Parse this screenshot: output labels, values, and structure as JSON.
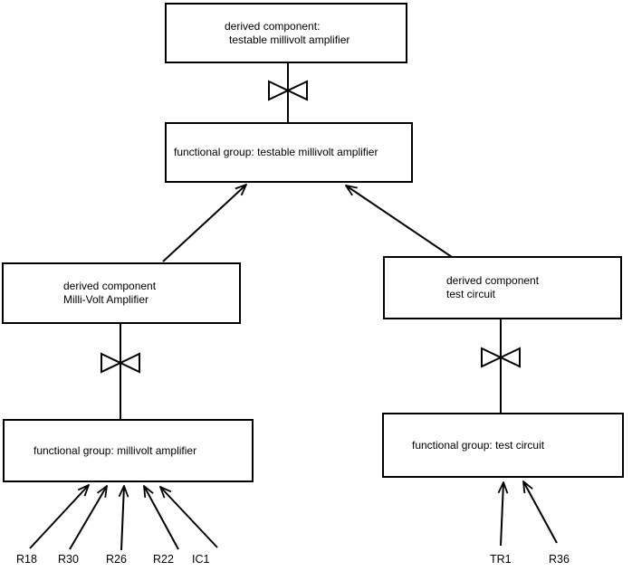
{
  "diagram": {
    "colors": {
      "background": "#ffffff",
      "line": "#000000",
      "text": "#000000"
    },
    "nodes": {
      "top_derived": {
        "line1": "derived component:",
        "line2": "testable millivolt amplifier"
      },
      "fg_testable": {
        "label": "functional group: testable millivolt amplifier"
      },
      "derived_mva": {
        "line1": "derived component",
        "line2": "Milli-Volt Amplifier"
      },
      "derived_tc": {
        "line1": "derived component",
        "line2": "test circuit"
      },
      "fg_mva": {
        "label": "functional group: millivolt amplifier"
      },
      "fg_tc": {
        "label": "functional group: test circuit"
      }
    },
    "leaves_left": [
      {
        "label": "R18"
      },
      {
        "label": "R30"
      },
      {
        "label": "R26"
      },
      {
        "label": "R22"
      },
      {
        "label": "IC1"
      }
    ],
    "leaves_right": [
      {
        "label": "TR1"
      },
      {
        "label": "R36"
      }
    ]
  }
}
